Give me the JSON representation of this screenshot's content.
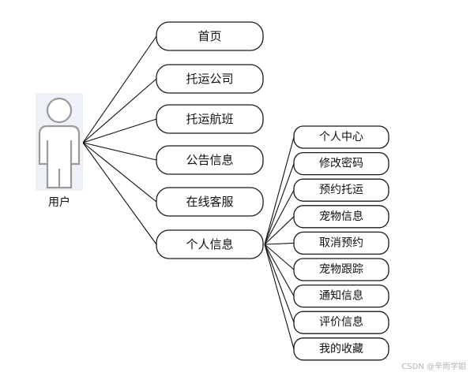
{
  "actor": {
    "label": "用户"
  },
  "functions": [
    {
      "label": "首页"
    },
    {
      "label": "托运公司"
    },
    {
      "label": "托运航班"
    },
    {
      "label": "公告信息"
    },
    {
      "label": "在线客服"
    },
    {
      "label": "个人信息"
    }
  ],
  "personal_info_items": [
    {
      "label": "个人中心"
    },
    {
      "label": "修改密码"
    },
    {
      "label": "预约托运"
    },
    {
      "label": "宠物信息"
    },
    {
      "label": "取消预约"
    },
    {
      "label": "宠物跟踪"
    },
    {
      "label": "通知信息"
    },
    {
      "label": "评价信息"
    },
    {
      "label": "我的收藏"
    }
  ],
  "watermark": "CSDN @辛雨学姐"
}
